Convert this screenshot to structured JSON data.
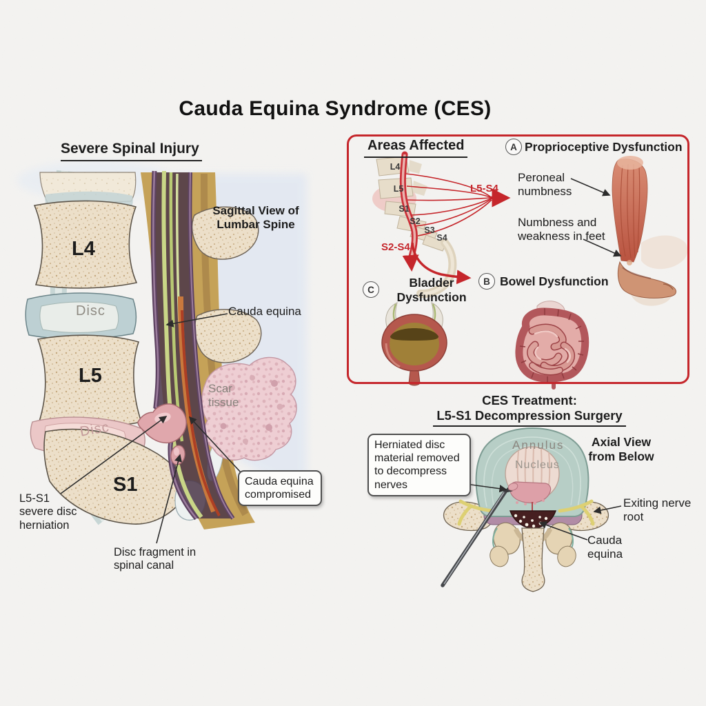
{
  "title": "Cauda Equina Syndrome (CES)",
  "left_panel": {
    "heading": "Severe Spinal Injury",
    "view_label": "Sagittal View of Lumbar Spine",
    "vertebra_l4": "L4",
    "vertebra_l5": "L5",
    "vertebra_s1": "S1",
    "disc_upper": "Disc",
    "disc_lower": "Disc",
    "cauda_equina": "Cauda equina",
    "scar_tissue": "Scar tissue",
    "callout_compromised": "Cauda equina compromised",
    "herniation_label": "L5-S1 severe disc herniation",
    "fragment_label": "Disc fragment in spinal canal"
  },
  "areas_panel": {
    "heading": "Areas Affected",
    "levels": [
      "L4",
      "L5",
      "S1",
      "S2",
      "S3",
      "S4"
    ],
    "range_upper": "L5-S4",
    "range_lower": "S2-S4",
    "a_letter": "A",
    "a_label": "Proprioceptive Dysfunction",
    "b_letter": "B",
    "b_label": "Bowel Dysfunction",
    "c_letter": "C",
    "c_label": "Bladder Dysfunction",
    "peroneal_label": "Peroneal numbness",
    "feet_label": "Numbness and weakness in feet"
  },
  "treatment_panel": {
    "heading_line1": "CES Treatment:",
    "heading_line2": "L5-S1 Decompression Surgery",
    "view_label": "Axial View from Below",
    "callout": "Herniated disc material removed to decompress nerves",
    "annulus": "Annulus",
    "nucleus": "Nucleus",
    "exiting_nerve": "Exiting nerve root",
    "cauda_equina": "Cauda equina"
  },
  "colors": {
    "accent_red": "#c5262b",
    "text": "#1c1c1c",
    "muted_gray": "#85807a",
    "paper": "#f4f3f1"
  }
}
